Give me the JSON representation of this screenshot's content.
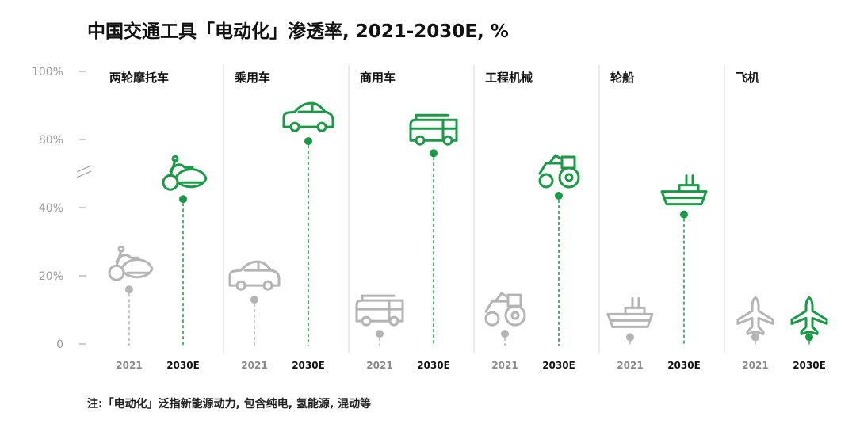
{
  "title": "中国交通工具「电动化」渗透率, 2021-2030E, %",
  "note": "注:「电动化」泛指新能源动力, 包含纯电, 氢能源, 混动等",
  "colors": {
    "accent": "#1a9a46",
    "muted": "#b4b4b4",
    "axis": "#9a9a9a",
    "divider": "#d6d6d6"
  },
  "chart_data": {
    "type": "scatter",
    "title": "中国交通工具「电动化」渗透率, 2021-2030E, %",
    "y_ticks": [
      "0",
      "20%",
      "40%",
      "80%",
      "100%"
    ],
    "y_axis_break": true,
    "x_labels": [
      "2021",
      "2030E"
    ],
    "categories": [
      {
        "name": "两轮摩托车",
        "icon": "motorbike-icon",
        "values": [
          16,
          45
        ]
      },
      {
        "name": "乘用车",
        "icon": "car-icon",
        "values": [
          13,
          79
        ]
      },
      {
        "name": "商用车",
        "icon": "bus-icon",
        "values": [
          3,
          72
        ]
      },
      {
        "name": "工程机械",
        "icon": "tractor-icon",
        "values": [
          3,
          47
        ]
      },
      {
        "name": "轮船",
        "icon": "ship-icon",
        "values": [
          2,
          38
        ]
      },
      {
        "name": "飞机",
        "icon": "plane-icon",
        "values": [
          2,
          2
        ]
      }
    ]
  }
}
